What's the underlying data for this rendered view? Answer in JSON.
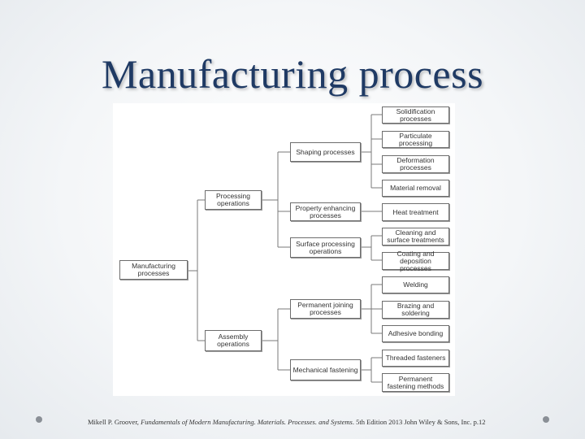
{
  "slide": {
    "title": "Manufacturing process"
  },
  "diagram": {
    "root": "Manufacturing processes",
    "level1": {
      "processing": "Processing operations",
      "assembly": "Assembly operations"
    },
    "level2": {
      "shaping": "Shaping processes",
      "property": "Property enhancing processes",
      "surface": "Surface processing operations",
      "permanent": "Permanent joining processes",
      "mechanical": "Mechanical fastening"
    },
    "level3": {
      "solidification": "Solidification processes",
      "particulate": "Particulate processing",
      "deformation": "Deformation processes",
      "material_removal": "Material removal",
      "heat": "Heat treatment",
      "cleaning": "Cleaning and surface treatments",
      "coating": "Coating and deposition processes",
      "welding": "Welding",
      "brazing": "Brazing and soldering",
      "adhesive": "Adhesive bonding",
      "threaded": "Threaded fasteners",
      "permanent_fastening": "Permanent fastening methods"
    }
  },
  "citation": {
    "author": "Mikell P. Groover, ",
    "book": "Fundamentals of Modern Manufacturing. Materials. Processes. and Systems",
    "rest": ". 5th Edition 2013 John Wiley & Sons, Inc. p.12"
  }
}
